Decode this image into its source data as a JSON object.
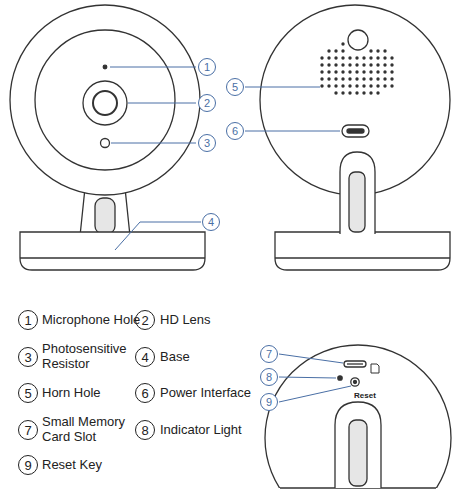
{
  "diagram": {
    "nodes": [
      {
        "text": [
          "1"
        ]
      },
      {
        "text": [
          "2"
        ]
      },
      {
        "text": [
          "3"
        ]
      },
      {
        "text": [
          "4"
        ]
      },
      {
        "text": [
          "5"
        ]
      },
      {
        "text": [
          "6"
        ]
      },
      {
        "text": [
          "1"
        ]
      },
      {
        "text": [
          "2"
        ]
      },
      {
        "text": [
          "3"
        ]
      },
      {
        "text": [
          "4"
        ]
      },
      {
        "text": [
          "5"
        ]
      },
      {
        "text": [
          "6"
        ]
      },
      {
        "text": [
          "7"
        ]
      },
      {
        "text": [
          "8"
        ]
      },
      {
        "text": [
          "9"
        ]
      },
      {
        "text": [
          "7"
        ]
      },
      {
        "text": [
          "8"
        ]
      },
      {
        "text": [
          "9"
        ]
      }
    ],
    "labels": [
      "Microphone Hole",
      "HD Lens",
      "Photosensitive Resistor",
      "Base",
      "Horn Hole",
      "Power Interface",
      "Small Memory Card Slot",
      "Indicator Light",
      "Reset Key",
      "Reset"
    ]
  }
}
